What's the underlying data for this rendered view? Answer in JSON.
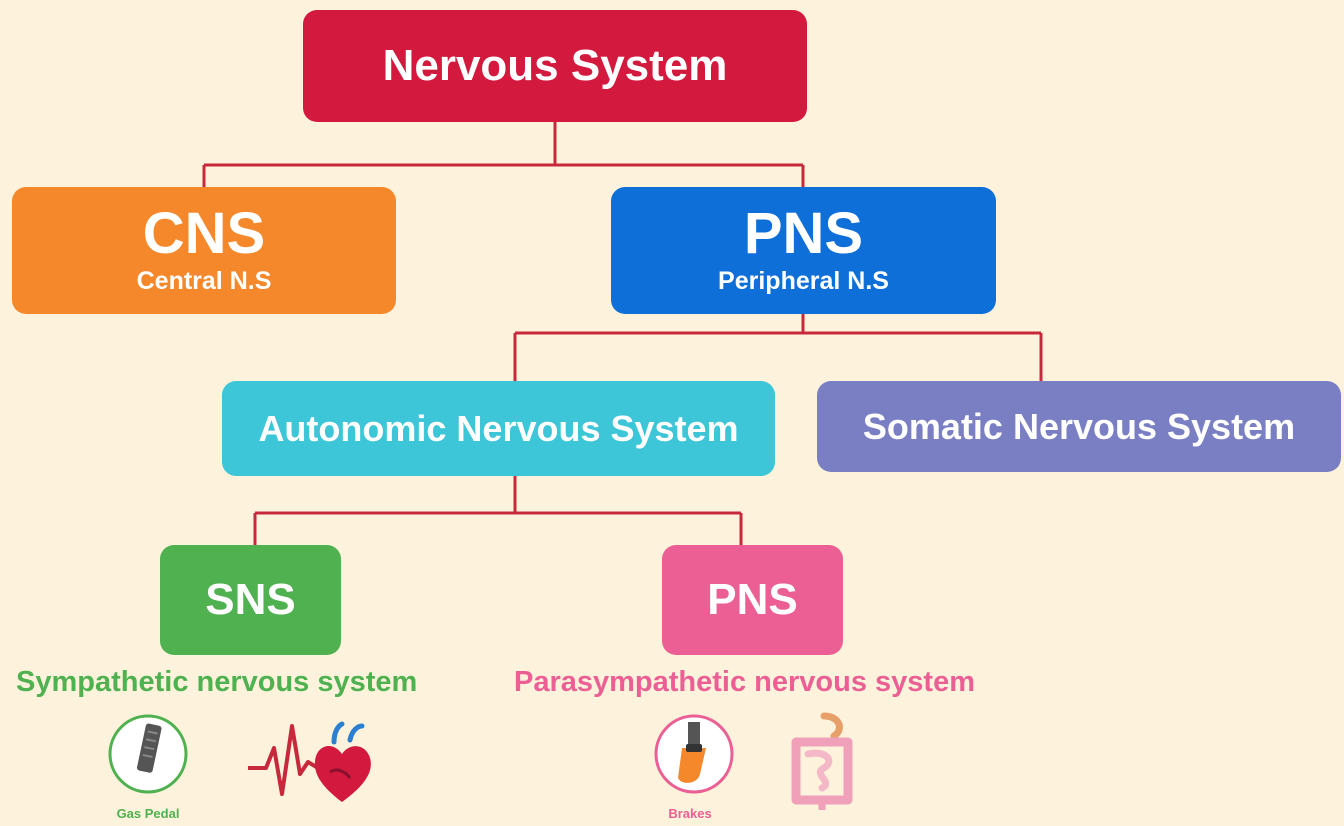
{
  "colors": {
    "background": "#fdf3dc",
    "root": "#d3193e",
    "cns": "#f5882a",
    "pns": "#0f6fd9",
    "autonomic": "#3dc6d8",
    "somatic": "#7a7fc4",
    "sns": "#4fb14f",
    "para": "#ec5f95",
    "connector": "#c8283c"
  },
  "root": {
    "label": "Nervous System"
  },
  "cns": {
    "abbr": "CNS",
    "full": "Central N.S"
  },
  "pns": {
    "abbr": "PNS",
    "full": "Peripheral N.S"
  },
  "autonomic": {
    "label": "Autonomic Nervous System"
  },
  "somatic": {
    "label": "Somatic Nervous System"
  },
  "sns": {
    "abbr": "SNS",
    "caption": "Sympathetic nervous system",
    "icon1": "gas-pedal-icon",
    "icon1_label": "Gas Pedal",
    "icon2": "heartbeat-heart-icon"
  },
  "para": {
    "abbr": "PNS",
    "caption": "Parasympathetic nervous system",
    "icon1": "brake-pedal-icon",
    "icon1_label": "Brakes",
    "icon2": "intestines-icon"
  }
}
